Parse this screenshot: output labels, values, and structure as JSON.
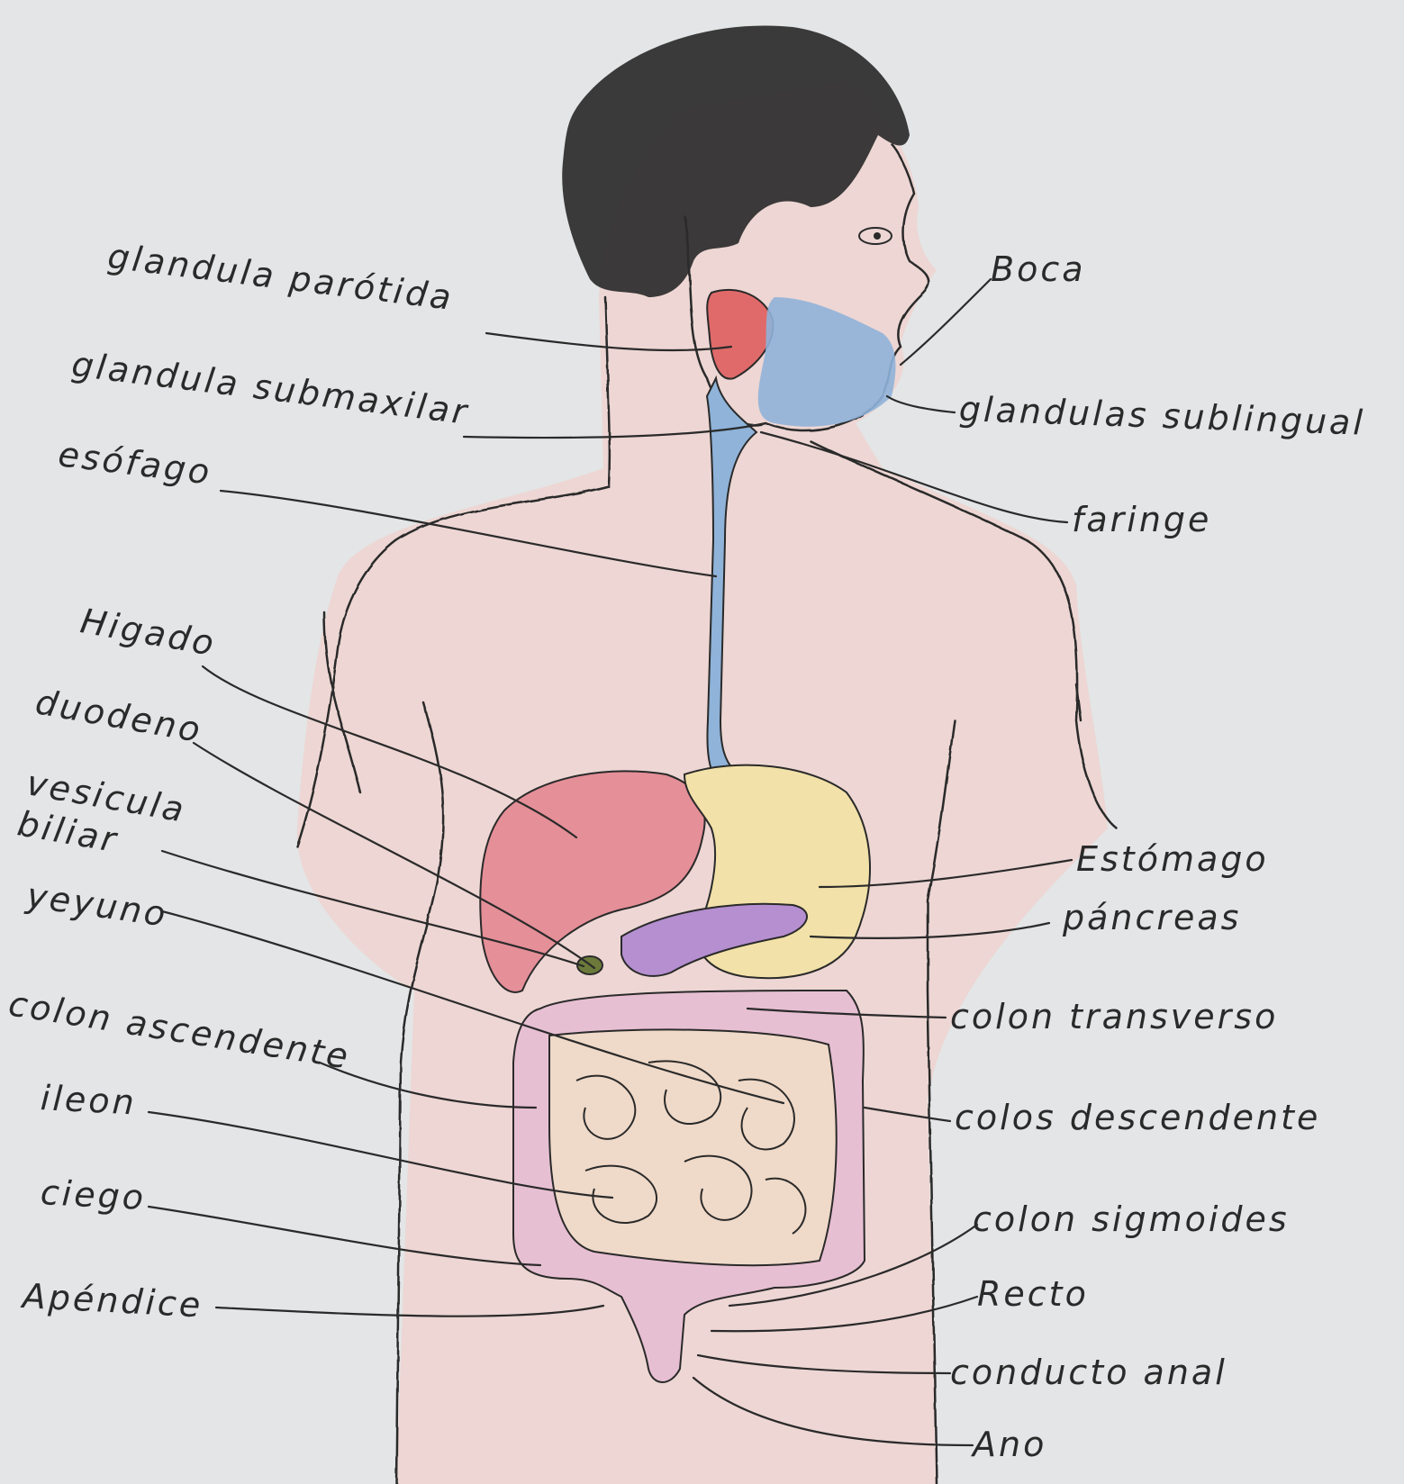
{
  "labels": {
    "parotida": "glandula parótida",
    "submaxilar": "glandula submaxilar",
    "esofago": "esófago",
    "higado": "Higado",
    "duodeno": "duodeno",
    "vesicula_1": "vesicula",
    "vesicula_2": "biliar",
    "yeyuno": "yeyuno",
    "colon_ascendente": "colon ascendente",
    "ileon": "ileon",
    "ciego": "ciego",
    "apendice": "Apéndice",
    "boca": "Boca",
    "sublingual": "glandulas sublingual",
    "faringe": "faringe",
    "estomago": "Estómago",
    "pancreas": "páncreas",
    "colon_transverso": "colon transverso",
    "colon_descendente": "colos descendente",
    "colon_sigmoides": "colon sigmoides",
    "recto": "Recto",
    "conducto_anal": "conducto anal",
    "ano": "Ano"
  },
  "colors": {
    "paper": "#e3e5e6",
    "skin": "#efd3cf",
    "hair": "#2b2b2b",
    "parotid": "#e06a6a",
    "saliva_blue": "#8fb3d9",
    "liver": "#e58f98",
    "stomach": "#f2e1a8",
    "pancreas": "#b58fd0",
    "colon": "#e7bfd2",
    "ink": "#2a2a2a"
  }
}
